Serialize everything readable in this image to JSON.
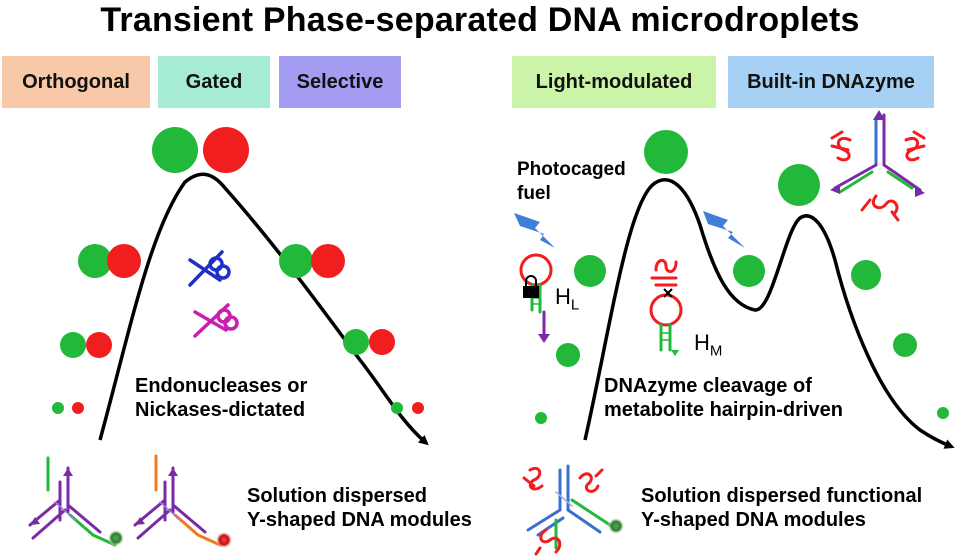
{
  "title": "Transient Phase-separated DNA microdroplets",
  "left_panel": {
    "tags": [
      {
        "label": "Orthogonal",
        "color": "#f8c9a8"
      },
      {
        "label": "Gated",
        "color": "#a5ecd3"
      },
      {
        "label": "Selective",
        "color": "#a49cf0"
      }
    ],
    "curve_label": [
      "Endonucleases or",
      "Nickases-dictated"
    ],
    "module_label": [
      "Solution dispersed",
      "Y-shaped DNA modules"
    ]
  },
  "right_panel": {
    "tags": [
      {
        "label": "Light-modulated",
        "color": "#ccf4a8"
      },
      {
        "label": "Built-in DNAzyme",
        "color": "#a7d1f4"
      }
    ],
    "fuel_label": [
      "Photocaged",
      "fuel"
    ],
    "hairpin_L": {
      "main": "H",
      "sub": "L"
    },
    "hairpin_M": {
      "main": "H",
      "sub": "M"
    },
    "curve_label": [
      "DNAzyme cleavage of",
      "metabolite hairpin-driven"
    ],
    "module_label": [
      "Solution dispersed functional",
      "Y-shaped DNA modules"
    ]
  },
  "colors": {
    "green_droplet": "#22b83a",
    "red_droplet": "#f01e1e",
    "purple_strand": "#7a2aa6",
    "blue_strand": "#3a6fd0",
    "lightning": "#3f7fd8",
    "scissors_blue": "#1f2fc8",
    "scissors_magenta": "#c81fb0"
  }
}
